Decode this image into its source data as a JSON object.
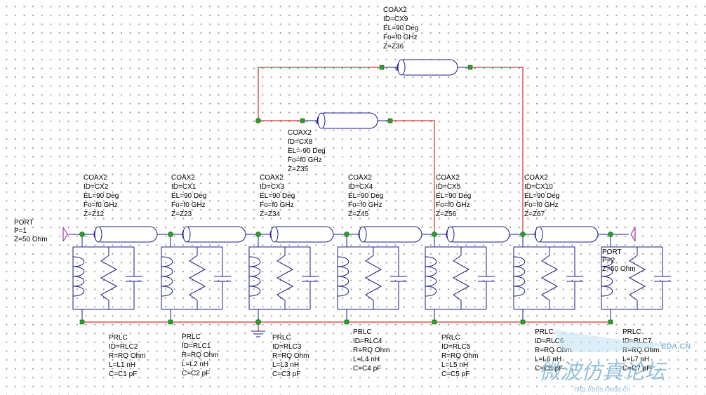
{
  "colors": {
    "wire": "#cc0000",
    "component": "#1a1a8c",
    "node": "#2e9b2e",
    "port": "#a23ab0",
    "watermark": "#5f9ec2"
  },
  "ports": [
    {
      "type": "PORT",
      "p": "P=1",
      "z": "Z=50 Ohm"
    },
    {
      "type": "PORT",
      "p": "P=2",
      "z": "Z=50 Ohm"
    }
  ],
  "coax_lines": [
    {
      "type": "COAX2",
      "id": "ID=CX9",
      "el": "EL=90 Deg",
      "fo": "Fo=f0 GHz",
      "z": "Z=Z36"
    },
    {
      "type": "COAX2",
      "id": "ID=CX8",
      "el": "EL=-90 Deg",
      "fo": "Fo=f0 GHz",
      "z": "Z=Z35"
    },
    {
      "type": "COAX2",
      "id": "ID=CX2",
      "el": "EL=90 Deg",
      "fo": "Fo=f0 GHz",
      "z": "Z=Z12"
    },
    {
      "type": "COAX2",
      "id": "ID=CX1",
      "el": "EL=90 Deg",
      "fo": "Fo=f0 GHz",
      "z": "Z=Z23"
    },
    {
      "type": "COAX2",
      "id": "ID=CX3",
      "el": "EL=90 Deg",
      "fo": "Fo=f0 GHz",
      "z": "Z=Z34"
    },
    {
      "type": "COAX2",
      "id": "ID=CX4",
      "el": "EL=90 Deg",
      "fo": "Fo=f0 GHz",
      "z": "Z=Z45"
    },
    {
      "type": "COAX2",
      "id": "ID=CX5",
      "el": "EL=90 Deg",
      "fo": "Fo=f0 GHz",
      "z": "Z=Z56"
    },
    {
      "type": "COAX2",
      "id": "ID=CX10",
      "el": "EL=90 Deg",
      "fo": "Fo=f0 GHz",
      "z": "Z=Z67"
    }
  ],
  "resonators": [
    {
      "type": "PRLC",
      "id": "ID=RLC2",
      "r": "R=RQ Ohm",
      "l": "L=L1 nH",
      "c": "C=C1 pF"
    },
    {
      "type": "PRLC",
      "id": "ID=RLC1",
      "r": "R=RQ Ohm",
      "l": "L=L2 nH",
      "c": "C=C2 pF"
    },
    {
      "type": "PRLC",
      "id": "ID=RLC3",
      "r": "R=RQ Ohm",
      "l": "L=L3 nH",
      "c": "C=C3 pF"
    },
    {
      "type": "PRLC",
      "id": "ID=RLC4",
      "r": "R=RQ Ohm",
      "l": "L=L4 nH",
      "c": "C=C4 pF"
    },
    {
      "type": "PRLC",
      "id": "ID=RLC5",
      "r": "R=RQ Ohm",
      "l": "L=L5 nH",
      "c": "C=C5 pF"
    },
    {
      "type": "PRLC",
      "id": "ID=RLC6",
      "r": "R=RQ Ohm",
      "l": "L=L6 nH",
      "c": "C=C6 pF"
    },
    {
      "type": "PRLC",
      "id": "ID=RLC7",
      "r": "R=RQ Ohm",
      "l": "L=L7 nH",
      "c": "C=C7 pF"
    }
  ],
  "watermark": {
    "site_tag": "EDA.CN",
    "title": "微波仿真论坛",
    "url": "http://bbs.rfeda.cn"
  }
}
